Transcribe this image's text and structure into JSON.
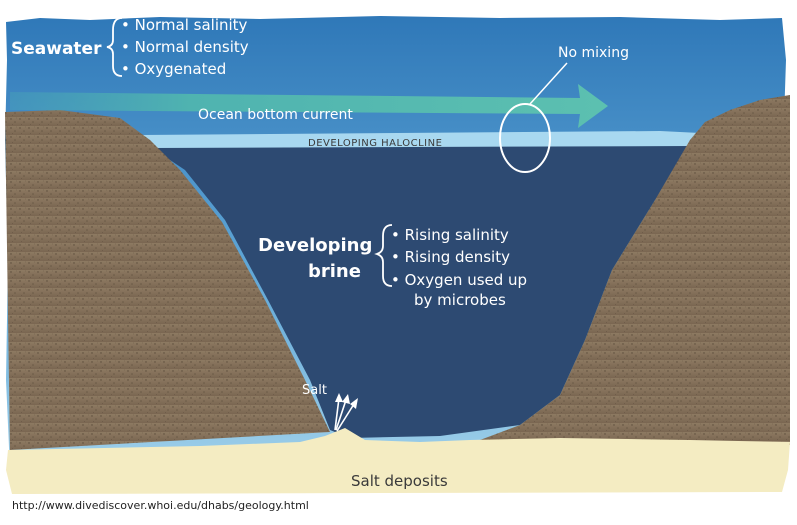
{
  "seawater": {
    "title": "Seawater",
    "bullets": [
      "• Normal salinity",
      "• Normal density",
      "• Oxygenated"
    ]
  },
  "current_label": "Ocean bottom current",
  "halocline_label": "DEVELOPING  HALOCLINE",
  "mixing_label": "No mixing",
  "brine": {
    "title_line1": "Developing",
    "title_line2": "brine",
    "bullets": [
      "• Rising salinity",
      "• Rising density",
      "• Oxygen used up",
      "by microbes"
    ]
  },
  "salt_label": "Salt",
  "deposits_label": "Salt deposits",
  "source": "http://www.divediscover.whoi.edu/dhabs/geology.html",
  "colors": {
    "seawater_top": "#2f7fbf",
    "seawater_bottom": "#a9d6ec",
    "brine": "#2d4a72",
    "halocline": "#a8d8f0",
    "current_arrow": "#4fb3b0",
    "rock": "#8a7660",
    "salt": "#f4ecc2"
  }
}
